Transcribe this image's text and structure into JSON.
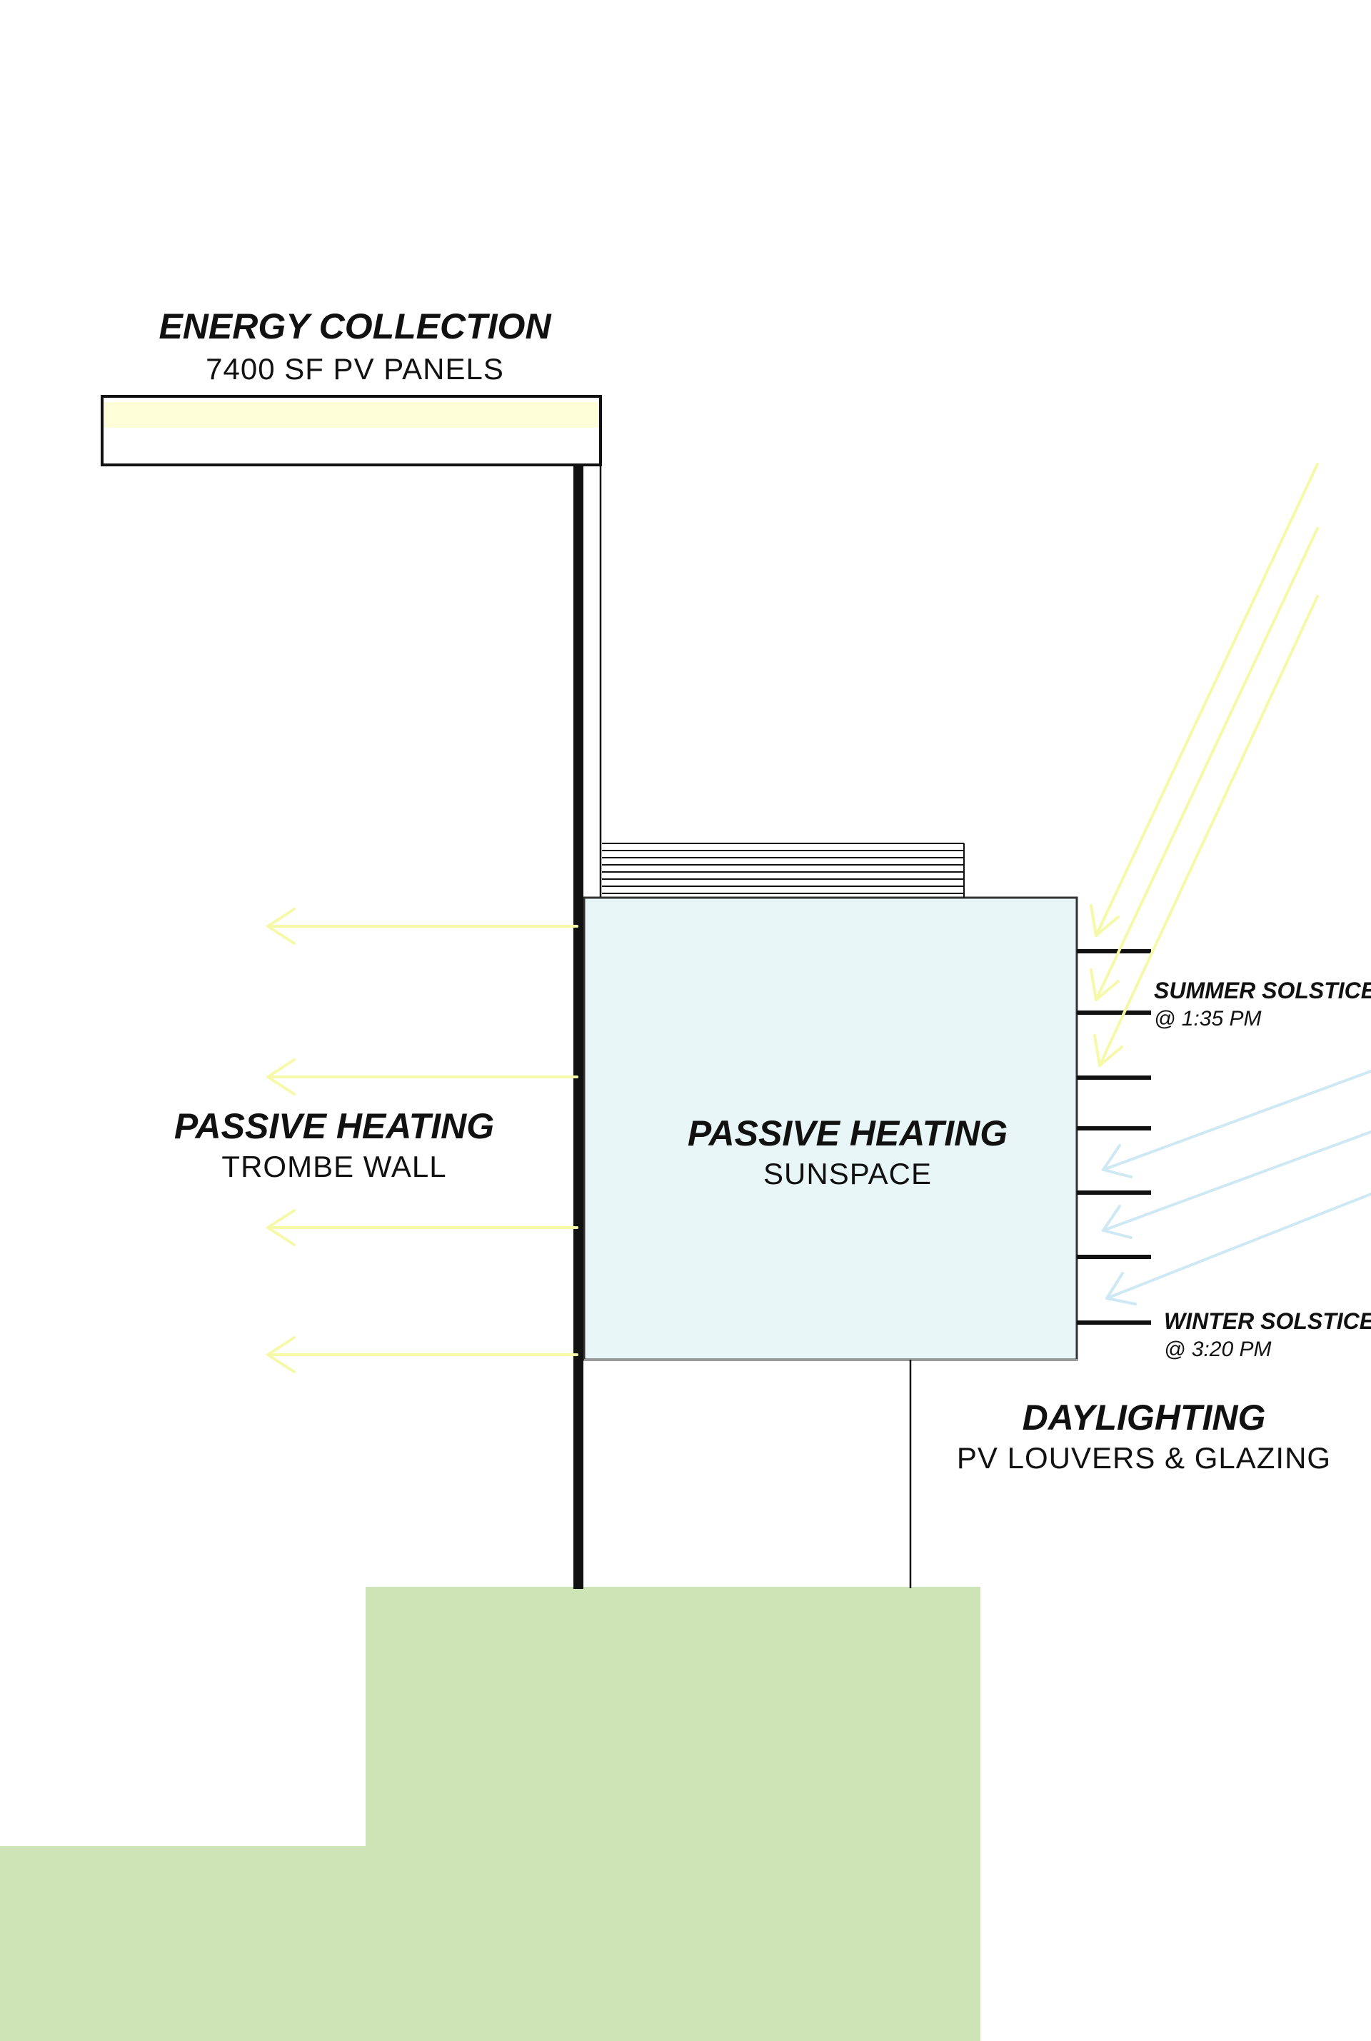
{
  "colors": {
    "ground": "#cde4b7",
    "sunspace": "#e8f6f8",
    "pv_panel": "#fdfdd8",
    "summer_ray": "#f8fbb0",
    "winter_ray": "#cfe9f4",
    "heat_arrow": "#f8fbb0",
    "structure": "#111111"
  },
  "labels": {
    "energy_title": "ENERGY COLLECTION",
    "energy_sub": "7400 SF PV PANELS",
    "trombe_title": "PASSIVE HEATING",
    "trombe_sub": "TROMBE WALL",
    "sunspace_title": "PASSIVE HEATING",
    "sunspace_sub": "SUNSPACE",
    "summer_title": "SUMMER SOLSTICE",
    "summer_time": "@ 1:35 PM",
    "winter_title": "WINTER SOLSTICE",
    "winter_time": "@ 3:20 PM",
    "daylight_title": "DAYLIGHTING",
    "daylight_sub": "PV LOUVERS & GLAZING"
  },
  "icons": {
    "heat_arrows": "arrow-left-icon",
    "summer_rays": "arrow-down-left-icon",
    "winter_rays": "arrow-down-left-icon"
  }
}
